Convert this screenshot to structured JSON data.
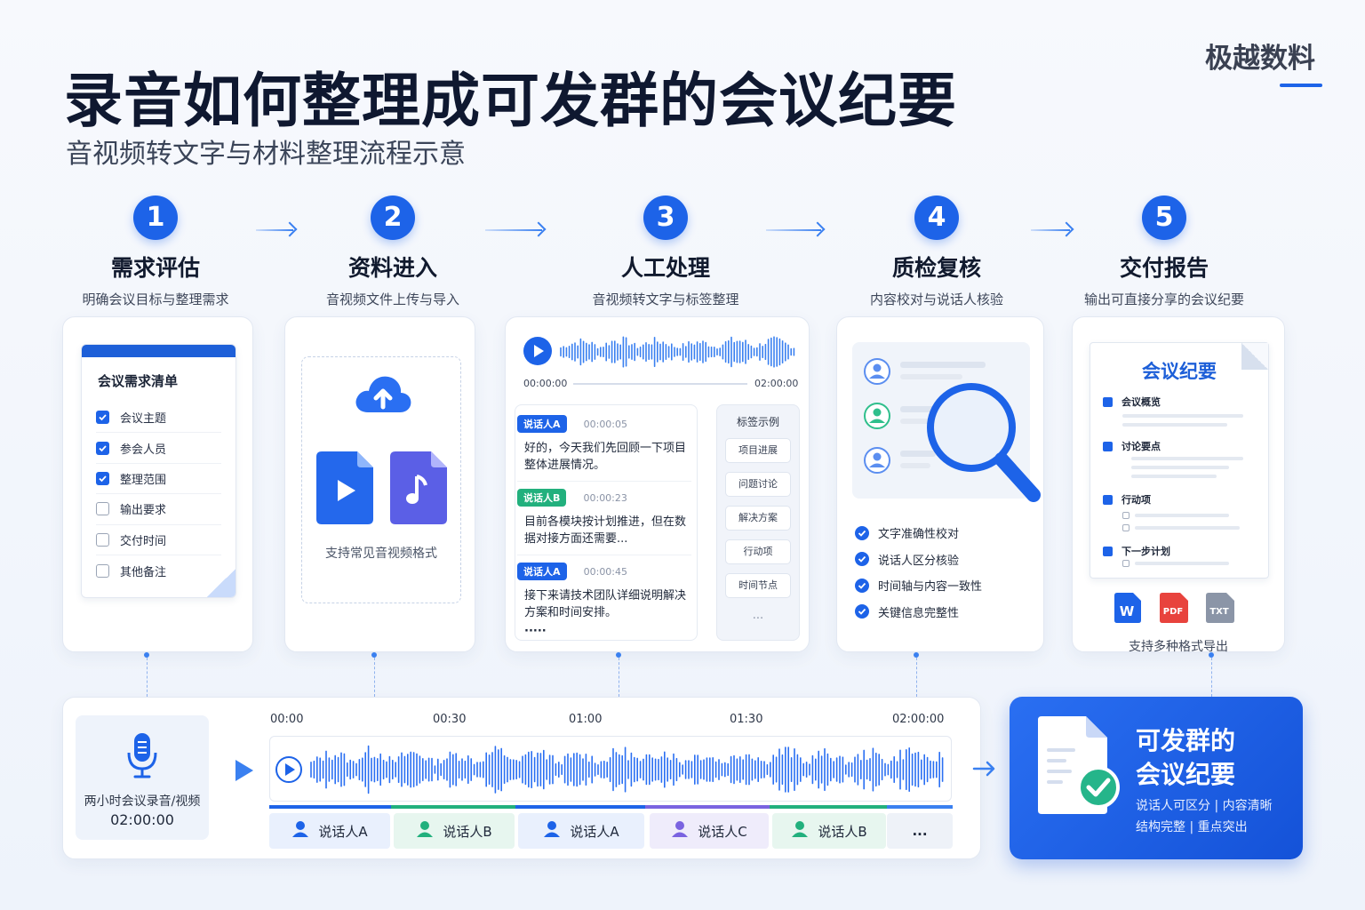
{
  "header": {
    "title": "录音如何整理成可发群的会议纪要",
    "subtitle": "音视频转文字与材料整理流程示意",
    "brand": "极越数料"
  },
  "steps": [
    {
      "num": "1",
      "name": "需求评估",
      "desc": "明确会议目标与整理需求"
    },
    {
      "num": "2",
      "name": "资料进入",
      "desc": "音视频文件上传与导入"
    },
    {
      "num": "3",
      "name": "人工处理",
      "desc": "音视频转文字与标签整理"
    },
    {
      "num": "4",
      "name": "质检复核",
      "desc": "内容校对与说话人核验"
    },
    {
      "num": "5",
      "name": "交付报告",
      "desc": "输出可直接分享的会议纪要"
    }
  ],
  "checklist": {
    "title": "会议需求清单",
    "items": [
      {
        "label": "会议主题",
        "checked": true
      },
      {
        "label": "参会人员",
        "checked": true
      },
      {
        "label": "整理范围",
        "checked": true
      },
      {
        "label": "输出要求",
        "checked": false
      },
      {
        "label": "交付时间",
        "checked": false
      },
      {
        "label": "其他备注",
        "checked": false
      }
    ]
  },
  "upload": {
    "caption": "支持常见音视频格式",
    "icons": [
      "cloud-upload-icon",
      "video-file-icon",
      "audio-file-icon"
    ]
  },
  "transcript": {
    "start_time": "00:00:00",
    "end_time": "02:00:00",
    "dialogs": [
      {
        "speaker": "说话人A",
        "time": "00:00:05",
        "color": "#1d63e8",
        "text": "好的，今天我们先回顾一下项目整体进展情况。"
      },
      {
        "speaker": "说话人B",
        "time": "00:00:23",
        "color": "#22b07d",
        "text": "目前各模块按计划推进，但在数据对接方面还需要..."
      },
      {
        "speaker": "说话人A",
        "time": "00:00:45",
        "color": "#1d63e8",
        "text": "接下来请技术团队详细说明解决方案和时间安排。"
      }
    ],
    "more": "·····",
    "tags_title": "标签示例",
    "tags": [
      "项目进展",
      "问题讨论",
      "解决方案",
      "行动项",
      "时间节点"
    ],
    "tags_more": "..."
  },
  "qc": {
    "items": [
      "文字准确性校对",
      "说话人区分核验",
      "时间轴与内容一致性",
      "关键信息完整性"
    ]
  },
  "report": {
    "doc_title": "会议纪要",
    "sections": [
      "会议概览",
      "讨论要点",
      "行动项",
      "下一步计划"
    ],
    "formats": [
      "W",
      "PDF",
      "TXT"
    ],
    "caption": "支持多种格式导出"
  },
  "timeline": {
    "source_label": "两小时会议录音/视频",
    "source_duration": "02:00:00",
    "ticks": [
      "00:00",
      "00:30",
      "01:00",
      "01:30",
      "02:00:00"
    ],
    "speakers": [
      {
        "label": "说话人A",
        "color": "#1d63e8",
        "bg": "#e9f0fd"
      },
      {
        "label": "说话人B",
        "color": "#22b07d",
        "bg": "#e7f6ef"
      },
      {
        "label": "说话人A",
        "color": "#1d63e8",
        "bg": "#e9f0fd"
      },
      {
        "label": "说话人C",
        "color": "#7a63e0",
        "bg": "#efecfb"
      },
      {
        "label": "说话人B",
        "color": "#22b07d",
        "bg": "#e7f6ef"
      },
      {
        "label": "...",
        "color": "#2e3748",
        "bg": "#eef2f8"
      }
    ]
  },
  "result": {
    "title_line1": "可发群的",
    "title_line2": "会议纪要",
    "desc_line1": "说话人可区分 | 内容清晰",
    "desc_line2": "结构完整 | 重点突出"
  }
}
